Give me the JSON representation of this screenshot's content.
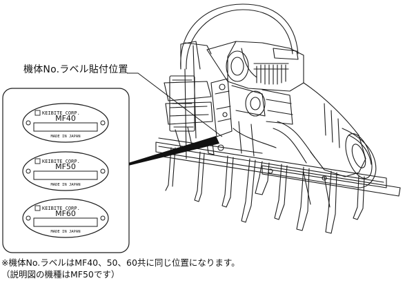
{
  "callout_label": "機体No.ラベル貼付位置",
  "plates": [
    {
      "maker": "KEIBITE CORP.",
      "model": "MF40",
      "origin": "MADE IN JAPAN"
    },
    {
      "maker": "KEIBITE CORP.",
      "model": "MF50",
      "origin": "MADE IN JAPAN"
    },
    {
      "maker": "KEIBITE CORP.",
      "model": "MF60",
      "origin": "MADE IN JAPAN"
    }
  ],
  "notes": {
    "line1": "※機体No.ラベルはMF40、50、60共に同じ位置になります。",
    "line2": "（説明図の機種はMF50です）"
  }
}
